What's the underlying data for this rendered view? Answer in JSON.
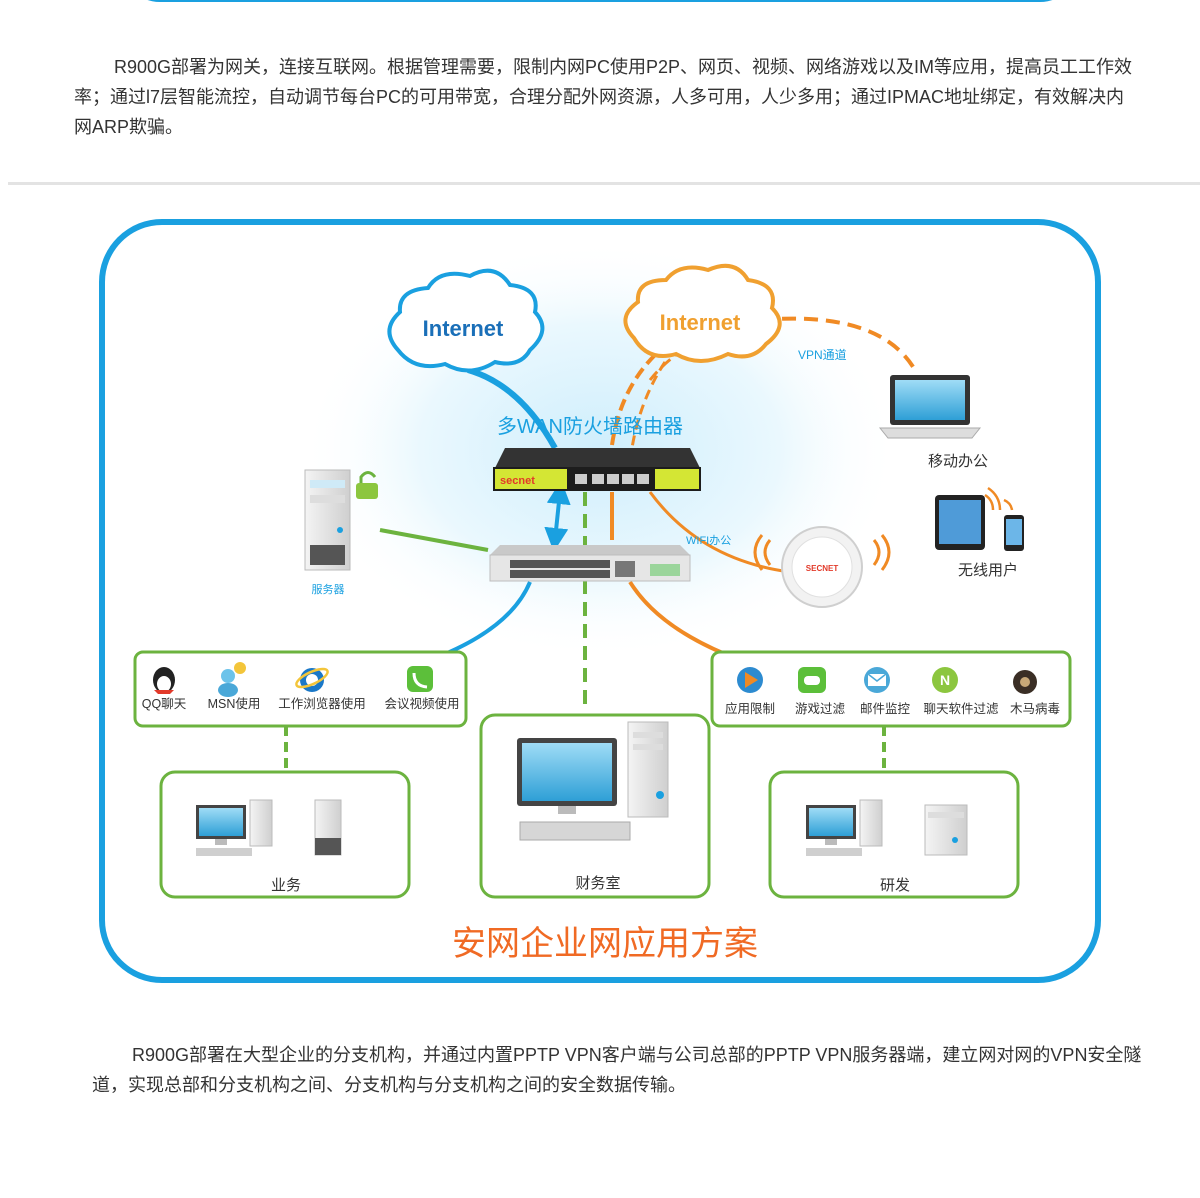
{
  "intro": {
    "text": "R900G部署为网关，连接互联网。根据管理需要，限制内网PC使用P2P、网页、视频、网络游戏以及IM等应用，提高员工工作效率；通过l7层智能流控，自动调节每台PC的可用带宽，合理分配外网资源，人多可用，人少多用；通过IPMAC地址绑定，有效解决内网ARP欺骗。"
  },
  "diagram": {
    "internet_left": "Internet",
    "internet_right": "Internet",
    "router_label": "多WAN防火墙路由器",
    "router_brand": "secnet",
    "ap_brand": "SECNET",
    "vpn_label": "VPN通道",
    "wifi_label": "WIFI办公",
    "server_label": "服务器",
    "mobile_office_label": "移动办公",
    "wireless_users_label": "无线用户",
    "left_apps": [
      "QQ聊天",
      "MSN使用",
      "工作浏览器使用",
      "会议视频使用"
    ],
    "right_apps": [
      "应用限制",
      "游戏过滤",
      "邮件监控",
      "聊天软件过滤",
      "木马病毒"
    ],
    "dept_left": "业务",
    "dept_center": "财务室",
    "dept_right": "研发",
    "title": "安网企业网应用方案",
    "colors": {
      "blue": "#1aa0e0",
      "green": "#6cb33f",
      "orange": "#f08a24",
      "title": "#f06a24"
    }
  },
  "outro": {
    "text": "R900G部署在大型企业的分支机构，并通过内置PPTP VPN客户端与公司总部的PPTP VPN服务器端，建立网对网的VPN安全隧道，实现总部和分支机构之间、分支机构与分支机构之间的安全数据传输。"
  }
}
